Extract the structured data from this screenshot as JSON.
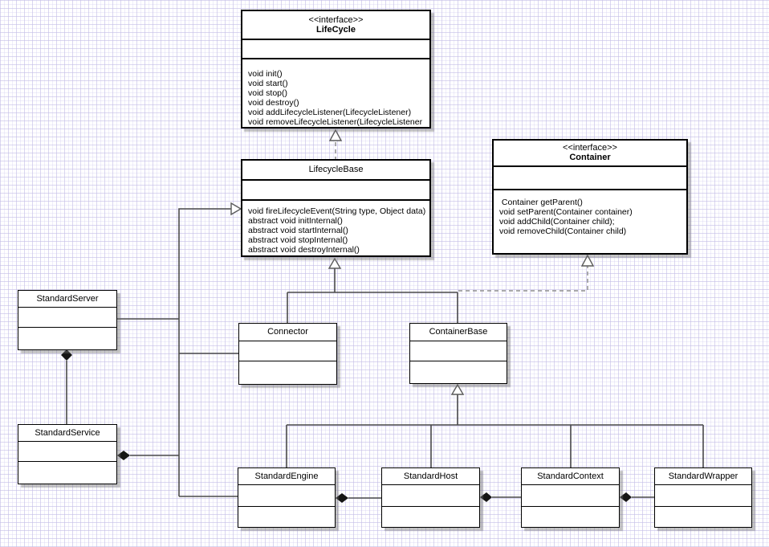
{
  "diagram": {
    "colors": {
      "box_border": "#000000",
      "box_fill": "#ffffff",
      "connector": "#4a4a4a",
      "dashed_connector": "#8f8f8f",
      "grid_line": "#d6d1f2",
      "shadow": "#6e6e6e"
    },
    "classes": {
      "lifecycle": {
        "stereotype": "<<interface>>",
        "name": "LifeCycle",
        "methods": [
          "void init()",
          "void start()",
          "void stop()",
          "void destroy()",
          "void addLifecycleListener(LifecycleListener)",
          "void removeLifecycleListener(LifecycleListener"
        ]
      },
      "lifecyclebase": {
        "name": "LifecycleBase",
        "methods": [
          "void fireLifecycleEvent(String type, Object data)",
          "abstract void initInternal()",
          "abstract void startInternal()",
          "abstract void stopInternal()",
          "abstract void destroyInternal()"
        ]
      },
      "container": {
        "stereotype": "<<interface>>",
        "name": "Container",
        "methods": [
          " Container getParent()",
          "void setParent(Container container)",
          "void addChild(Container child);",
          "void removeChild(Container child)"
        ]
      },
      "standardserver": {
        "name": "StandardServer"
      },
      "standardservice": {
        "name": "StandardService"
      },
      "connector": {
        "name": "Connector"
      },
      "containerbase": {
        "name": "ContainerBase"
      },
      "standardengine": {
        "name": "StandardEngine"
      },
      "standardhost": {
        "name": "StandardHost"
      },
      "standardcontext": {
        "name": "StandardContext"
      },
      "standardwrapper": {
        "name": "StandardWrapper"
      }
    },
    "relationships": [
      {
        "type": "realization",
        "from": "LifecycleBase",
        "to": "LifeCycle"
      },
      {
        "type": "realization",
        "from": "ContainerBase",
        "to": "Container"
      },
      {
        "type": "generalization",
        "from": "Connector",
        "to": "LifecycleBase"
      },
      {
        "type": "generalization",
        "from": "ContainerBase",
        "to": "LifecycleBase"
      },
      {
        "type": "generalization",
        "from": "StandardServer",
        "to": "LifecycleBase"
      },
      {
        "type": "generalization",
        "from": "StandardEngine",
        "to": "LifecycleBase"
      },
      {
        "type": "generalization",
        "from": "StandardEngine",
        "to": "ContainerBase"
      },
      {
        "type": "generalization",
        "from": "StandardHost",
        "to": "ContainerBase"
      },
      {
        "type": "generalization",
        "from": "StandardContext",
        "to": "ContainerBase"
      },
      {
        "type": "generalization",
        "from": "StandardWrapper",
        "to": "ContainerBase"
      },
      {
        "type": "composition",
        "from": "StandardServer",
        "to": "StandardService"
      },
      {
        "type": "composition",
        "from": "StandardService",
        "to": "Connector"
      },
      {
        "type": "composition",
        "from": "StandardService",
        "to": "StandardEngine"
      },
      {
        "type": "composition",
        "from": "StandardEngine",
        "to": "StandardHost"
      },
      {
        "type": "composition",
        "from": "StandardHost",
        "to": "StandardContext"
      },
      {
        "type": "composition",
        "from": "StandardContext",
        "to": "StandardWrapper"
      }
    ]
  }
}
